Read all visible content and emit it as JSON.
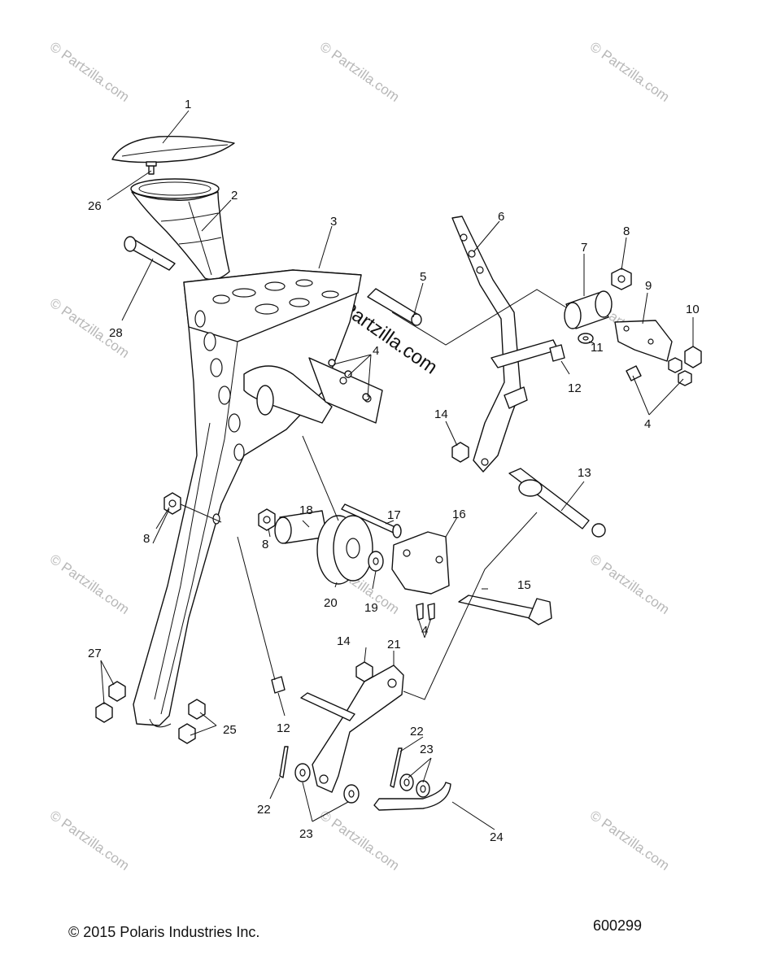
{
  "footer": {
    "copyright": "© 2015 Polaris Industries Inc.",
    "drawing_number": "600299"
  },
  "watermark": {
    "text": "© Partzilla.com",
    "center_text": "© Partzilla.com",
    "color": "#b8b8b8"
  },
  "callouts": {
    "c1": "1",
    "c2": "2",
    "c3": "3",
    "c4a": "4",
    "c4b": "4",
    "c4c": "4",
    "c5": "5",
    "c6": "6",
    "c7": "7",
    "c8a": "8",
    "c8b": "8",
    "c8c": "8",
    "c9": "9",
    "c10": "10",
    "c11": "11",
    "c12a": "12",
    "c12b": "12",
    "c13": "13",
    "c14a": "14",
    "c14b": "14",
    "c15": "15",
    "c16": "16",
    "c17": "17",
    "c18": "18",
    "c19": "19",
    "c20": "20",
    "c21": "21",
    "c22a": "22",
    "c22b": "22",
    "c23a": "23",
    "c23b": "23",
    "c24": "24",
    "c25": "25",
    "c26": "26",
    "c27": "27",
    "c28": "28"
  }
}
